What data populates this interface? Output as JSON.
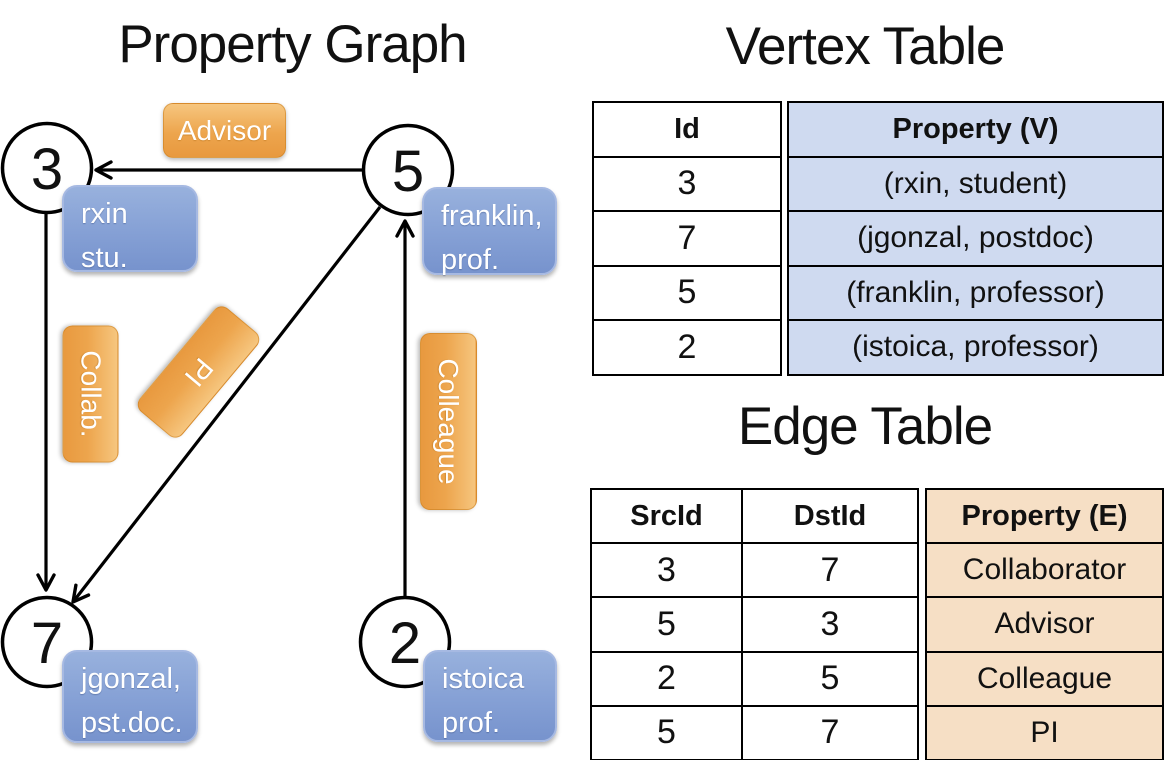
{
  "diagram": {
    "title": "Property Graph",
    "vertices": [
      {
        "id": "3",
        "label_lines": [
          "rxin",
          "stu."
        ]
      },
      {
        "id": "5",
        "label_lines": [
          "franklin,",
          "prof."
        ]
      },
      {
        "id": "7",
        "label_lines": [
          "jgonzal,",
          "pst.doc."
        ]
      },
      {
        "id": "2",
        "label_lines": [
          "istoica",
          "prof."
        ]
      }
    ],
    "edge_labels": {
      "advisor": "Advisor",
      "collab": "Collab.",
      "pi": "PI",
      "colleague": "Colleague"
    }
  },
  "vertex_table": {
    "title": "Vertex Table",
    "columns": [
      "Id",
      "Property (V)"
    ],
    "rows": [
      [
        "3",
        "(rxin, student)"
      ],
      [
        "7",
        "(jgonzal, postdoc)"
      ],
      [
        "5",
        "(franklin, professor)"
      ],
      [
        "2",
        "(istoica, professor)"
      ]
    ]
  },
  "edge_table": {
    "title": "Edge Table",
    "columns": [
      "SrcId",
      "DstId",
      "Property (E)"
    ],
    "rows": [
      [
        "3",
        "7",
        "Collaborator"
      ],
      [
        "5",
        "3",
        "Advisor"
      ],
      [
        "2",
        "5",
        "Colleague"
      ],
      [
        "5",
        "7",
        "PI"
      ]
    ]
  },
  "colors": {
    "orange-top": "#f6c67f",
    "orange-bot": "#e8993f",
    "blue-top": "#98b1dd",
    "blue-bot": "#7793cd",
    "vertex-cell-bg": "#cfdaf0",
    "edge-cell-bg": "#f6dfc5"
  }
}
